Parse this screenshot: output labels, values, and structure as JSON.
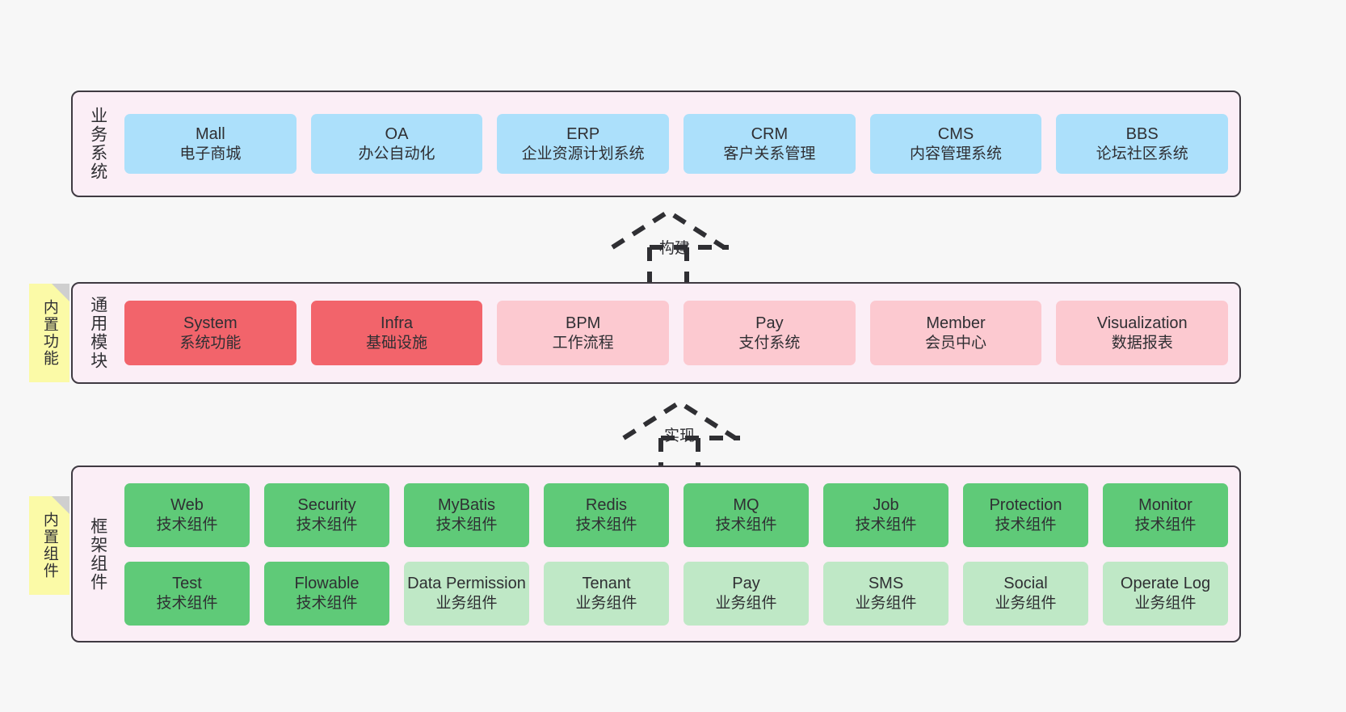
{
  "diagram": {
    "background_color": "#f7f7f7",
    "container_fill": "#fbeef6",
    "container_border": "#3f3a42"
  },
  "layers": [
    {
      "id": "business",
      "title": "业务系统",
      "rows": [
        {
          "cards": [
            {
              "name": "Mall",
              "desc": "电子商城",
              "color": "#ace0fb",
              "style": "blue"
            },
            {
              "name": "OA",
              "desc": "办公自动化",
              "color": "#ace0fb",
              "style": "blue"
            },
            {
              "name": "ERP",
              "desc": "企业资源计划系统",
              "color": "#ace0fb",
              "style": "blue"
            },
            {
              "name": "CRM",
              "desc": "客户关系管理",
              "color": "#ace0fb",
              "style": "blue"
            },
            {
              "name": "CMS",
              "desc": "内容管理系统",
              "color": "#ace0fb",
              "style": "blue"
            },
            {
              "name": "BBS",
              "desc": "论坛社区系统",
              "color": "#ace0fb",
              "style": "blue"
            }
          ]
        }
      ]
    },
    {
      "id": "common",
      "title": "通用模块",
      "sticky": "内置功能",
      "rows": [
        {
          "cards": [
            {
              "name": "System",
              "desc": "系统功能",
              "color": "#f2646b",
              "style": "red"
            },
            {
              "name": "Infra",
              "desc": "基础设施",
              "color": "#f2646b",
              "style": "red"
            },
            {
              "name": "BPM",
              "desc": "工作流程",
              "color": "#fcc9d0",
              "style": "pink"
            },
            {
              "name": "Pay",
              "desc": "支付系统",
              "color": "#fcc9d0",
              "style": "pink"
            },
            {
              "name": "Member",
              "desc": "会员中心",
              "color": "#fcc9d0",
              "style": "pink"
            },
            {
              "name": "Visualization",
              "desc": "数据报表",
              "color": "#fcc9d0",
              "style": "pink"
            }
          ]
        }
      ]
    },
    {
      "id": "framework",
      "title": "框架组件",
      "sticky": "内置组件",
      "rows": [
        {
          "cards": [
            {
              "name": "Web",
              "desc": "技术组件",
              "color": "#5fca78",
              "style": "green"
            },
            {
              "name": "Security",
              "desc": "技术组件",
              "color": "#5fca78",
              "style": "green"
            },
            {
              "name": "MyBatis",
              "desc": "技术组件",
              "color": "#5fca78",
              "style": "green"
            },
            {
              "name": "Redis",
              "desc": "技术组件",
              "color": "#5fca78",
              "style": "green"
            },
            {
              "name": "MQ",
              "desc": "技术组件",
              "color": "#5fca78",
              "style": "green"
            },
            {
              "name": "Job",
              "desc": "技术组件",
              "color": "#5fca78",
              "style": "green"
            },
            {
              "name": "Protection",
              "desc": "技术组件",
              "color": "#5fca78",
              "style": "green"
            },
            {
              "name": "Monitor",
              "desc": "技术组件",
              "color": "#5fca78",
              "style": "green"
            }
          ]
        },
        {
          "cards": [
            {
              "name": "Test",
              "desc": "技术组件",
              "color": "#5fca78",
              "style": "green"
            },
            {
              "name": "Flowable",
              "desc": "技术组件",
              "color": "#5fca78",
              "style": "green"
            },
            {
              "name": "Data Permission",
              "desc": "业务组件",
              "color": "#bfe8c6",
              "style": "lightgreen"
            },
            {
              "name": "Tenant",
              "desc": "业务组件",
              "color": "#bfe8c6",
              "style": "lightgreen"
            },
            {
              "name": "Pay",
              "desc": "业务组件",
              "color": "#bfe8c6",
              "style": "lightgreen"
            },
            {
              "name": "SMS",
              "desc": "业务组件",
              "color": "#bfe8c6",
              "style": "lightgreen"
            },
            {
              "name": "Social",
              "desc": "业务组件",
              "color": "#bfe8c6",
              "style": "lightgreen"
            },
            {
              "name": "Operate Log",
              "desc": "业务组件",
              "color": "#bfe8c6",
              "style": "lightgreen"
            }
          ]
        }
      ]
    }
  ],
  "arrows": [
    {
      "id": "build",
      "label": "构建",
      "from": "common",
      "to": "business"
    },
    {
      "id": "impl",
      "label": "实现",
      "from": "framework",
      "to": "common"
    }
  ]
}
